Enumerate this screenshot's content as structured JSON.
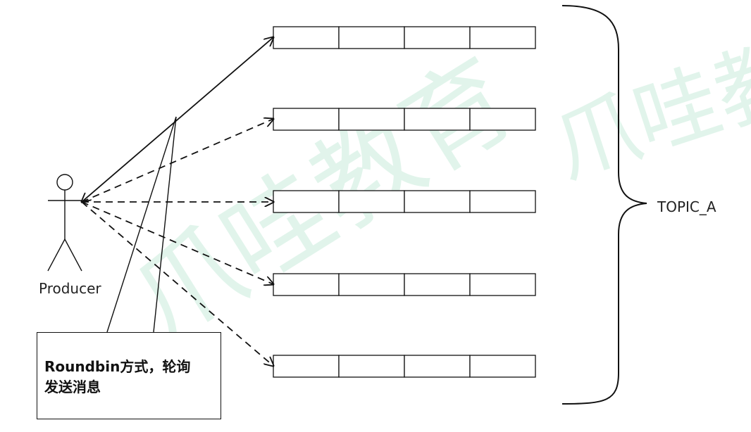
{
  "producer": {
    "label": "Producer"
  },
  "partitions": {
    "count": 5,
    "cells_per_partition": 4
  },
  "topic": {
    "label": "TOPIC_A"
  },
  "note": {
    "line1": "Roundbin方式，轮询",
    "line2": "发送消息"
  },
  "watermark": {
    "text": "爪哇教育",
    "color": "#21b36a"
  },
  "colors": {
    "line": "#111111",
    "background": "#ffffff"
  }
}
